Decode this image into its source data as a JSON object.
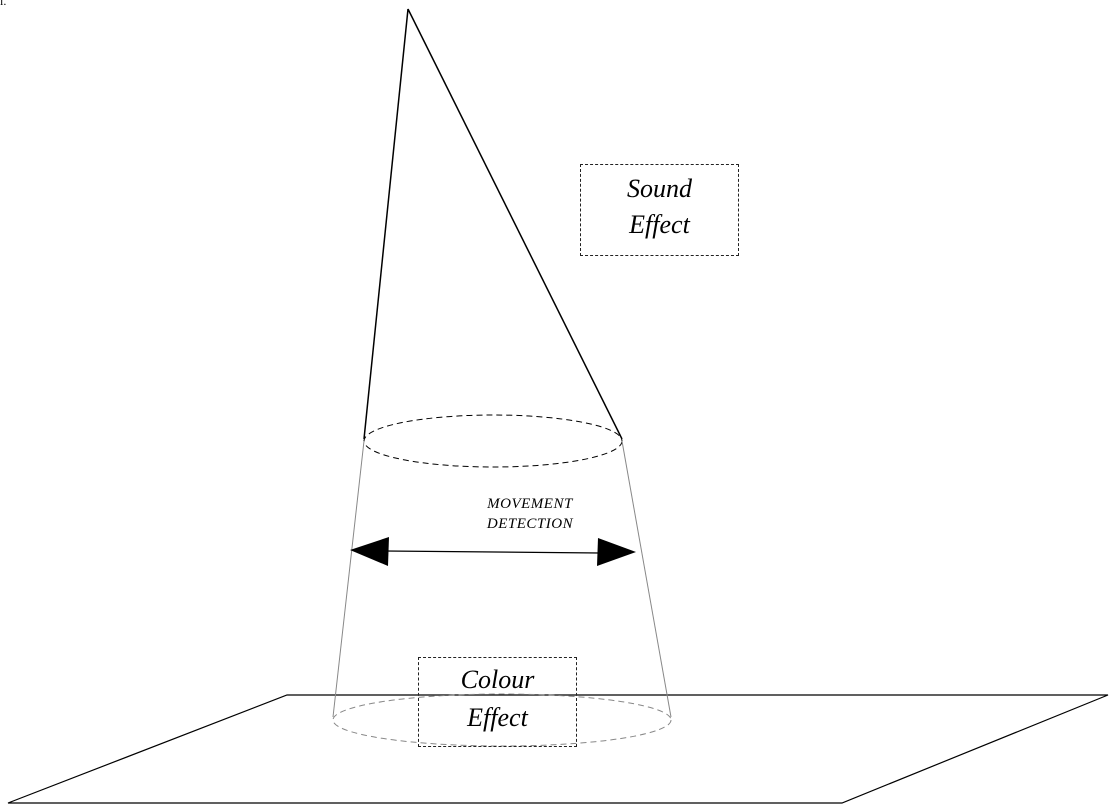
{
  "corner_mark": "i.",
  "sound_effect": {
    "line1": "Sound",
    "line2": "Effect"
  },
  "colour_effect": {
    "line1": "Colour",
    "line2": "Effect"
  },
  "movement_detection": {
    "line1": "MOVEMENT",
    "line2": "DETECTION"
  },
  "colors": {
    "stroke": "#000000",
    "light_stroke": "#888888",
    "background": "#ffffff"
  }
}
